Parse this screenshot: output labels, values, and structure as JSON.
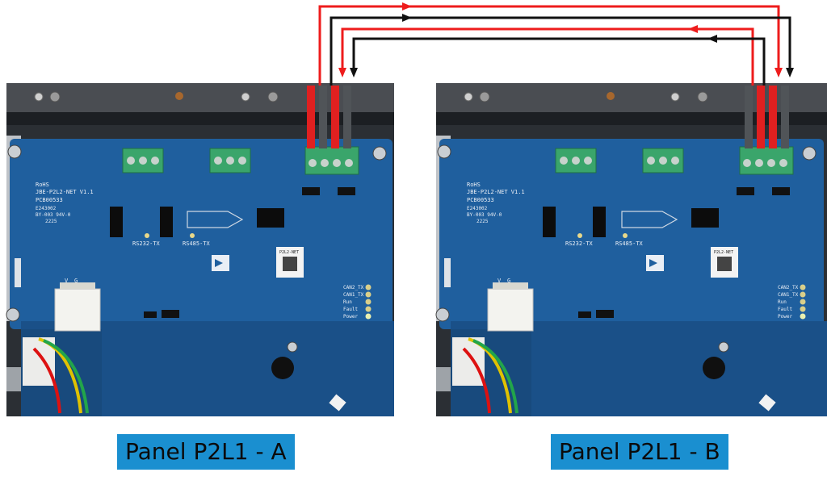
{
  "captions": {
    "panel_a": "Panel P2L1 - A",
    "panel_b": "Panel P2L1 - B"
  },
  "board": {
    "rohs": "RoHS",
    "model": "JBE-P2L2-NET V1.1",
    "part": "PCB00533",
    "ce_code": "E243002",
    "ul_code": "BY-003 94V-0",
    "date": "2225",
    "rs232": "RS232-TX",
    "rs485": "RS485-TX",
    "qr_label": "P2L2-NET",
    "label_v": "V",
    "label_g": "G",
    "leds": [
      "CAN2_TX",
      "CAN1_TX",
      "Run",
      "Fault",
      "Power"
    ]
  },
  "wiring": {
    "red": "#ee1c1c",
    "black": "#111111",
    "board_blue": "#1f5f9e",
    "caption_bg": "#1a8fd0"
  }
}
